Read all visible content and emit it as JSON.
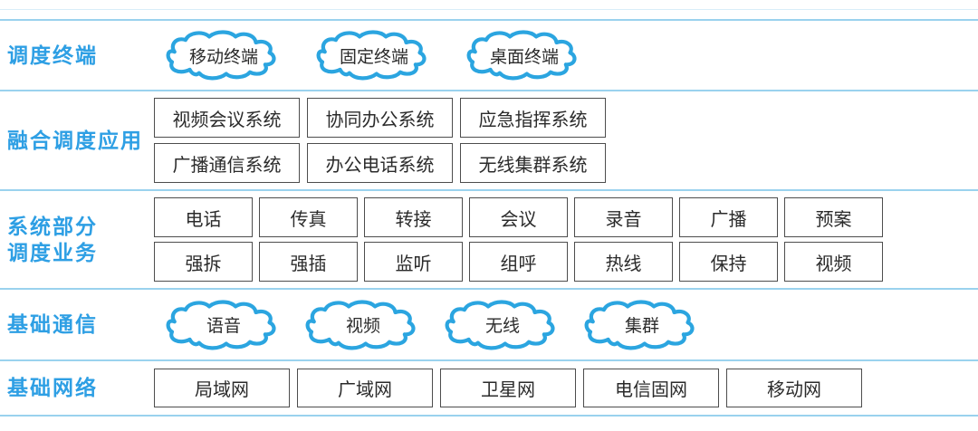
{
  "colors": {
    "accent_blue": "#2E9FE4",
    "cloud_stroke": "#2BA5E0",
    "divider_line": "#9AD2EE",
    "box_border": "#4D4D4D",
    "box_text": "#2B2B2B"
  },
  "rows": [
    {
      "id": "terminals",
      "label": "调度终端",
      "shape": "cloud",
      "items": [
        "移动终端",
        "固定终端",
        "桌面终端"
      ]
    },
    {
      "id": "applications",
      "label": "融合调度应用",
      "shape": "box",
      "items": [
        "视频会议系统",
        "协同办公系统",
        "应急指挥系统",
        "广播通信系统",
        "办公电话系统",
        "无线集群系统"
      ]
    },
    {
      "id": "services",
      "label_lines": [
        "系统部分",
        "调度业务"
      ],
      "shape": "box",
      "items": [
        "电话",
        "传真",
        "转接",
        "会议",
        "录音",
        "广播",
        "预案",
        "强拆",
        "强插",
        "监听",
        "组呼",
        "热线",
        "保持",
        "视频"
      ]
    },
    {
      "id": "communication",
      "label": "基础通信",
      "shape": "cloud",
      "items": [
        "语音",
        "视频",
        "无线",
        "集群"
      ]
    },
    {
      "id": "networks",
      "label": "基础网络",
      "shape": "box",
      "items": [
        "局域网",
        "广域网",
        "卫星网",
        "电信固网",
        "移动网"
      ]
    }
  ]
}
